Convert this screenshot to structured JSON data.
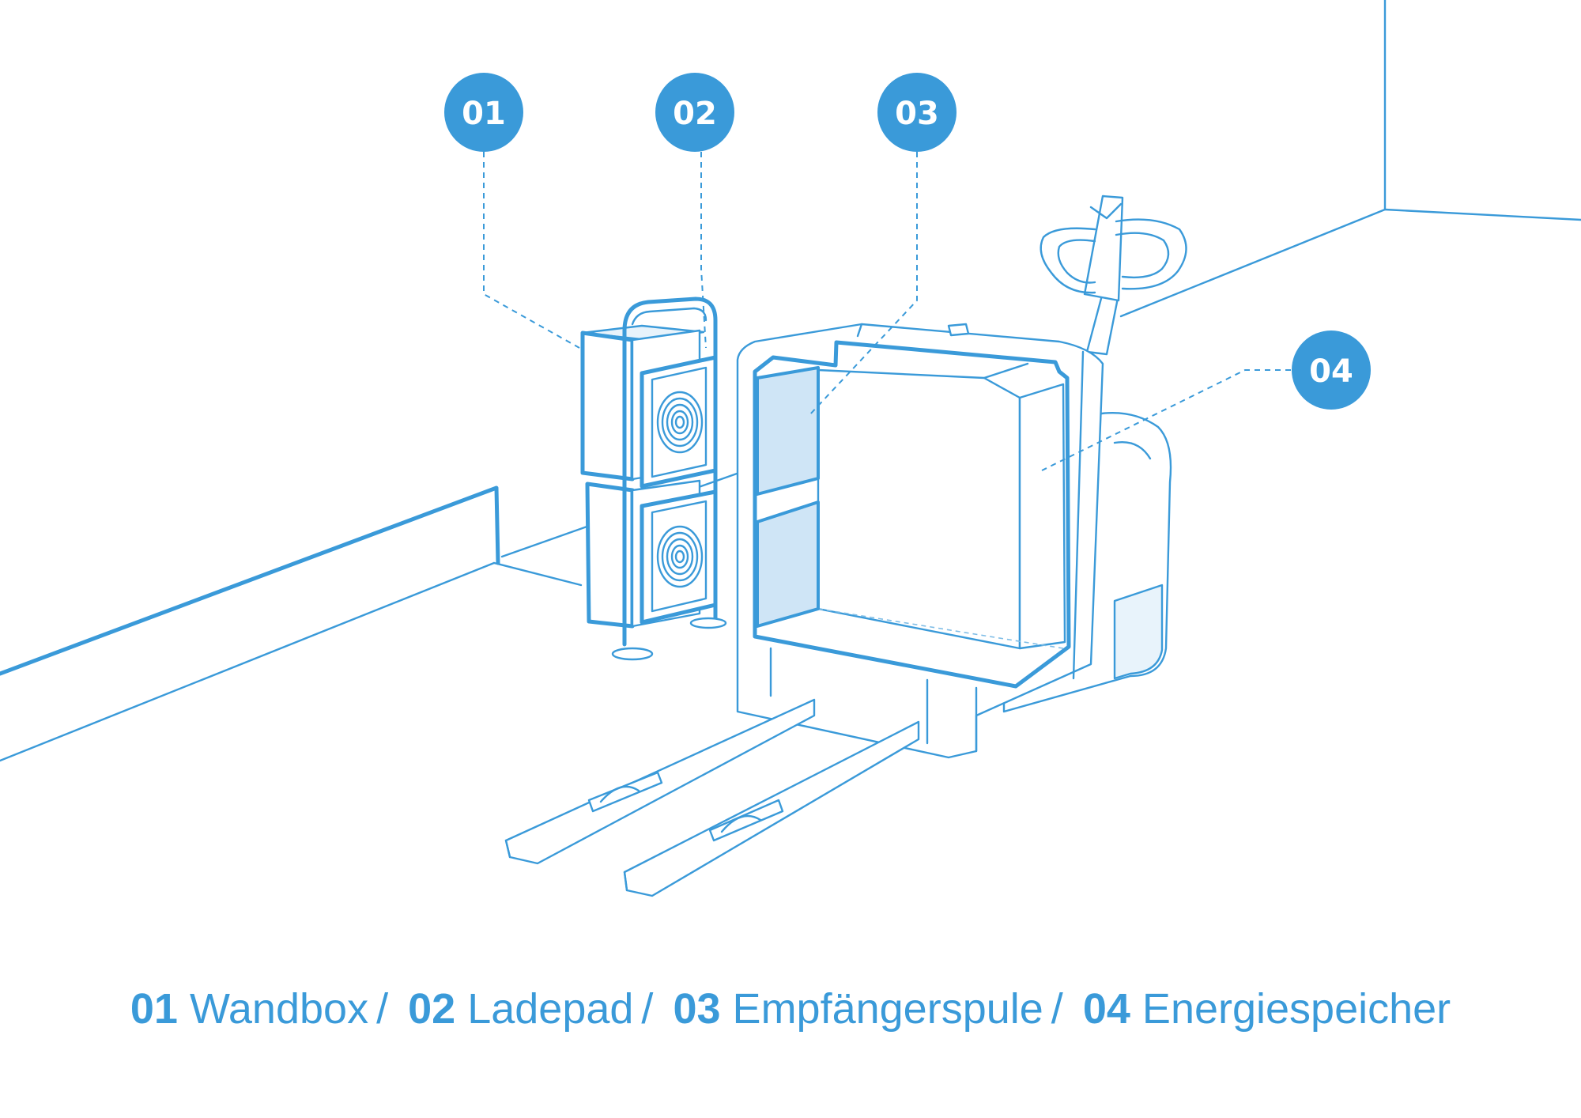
{
  "callouts": [
    {
      "number": "01",
      "label": "Wandbox"
    },
    {
      "number": "02",
      "label": "Ladepad"
    },
    {
      "number": "03",
      "label": "Empfängerspule"
    },
    {
      "number": "04",
      "label": "Energiespeicher"
    }
  ],
  "legend": {
    "separator": "/",
    "items": [
      {
        "number": "01",
        "label": "Wandbox"
      },
      {
        "number": "02",
        "label": "Ladepad"
      },
      {
        "number": "03",
        "label": "Empfängerspule"
      },
      {
        "number": "04",
        "label": "Energiespeicher"
      }
    ]
  },
  "colors": {
    "accent": "#3a9ad9",
    "light_fill": "#cfe5f6",
    "background": "#ffffff"
  }
}
